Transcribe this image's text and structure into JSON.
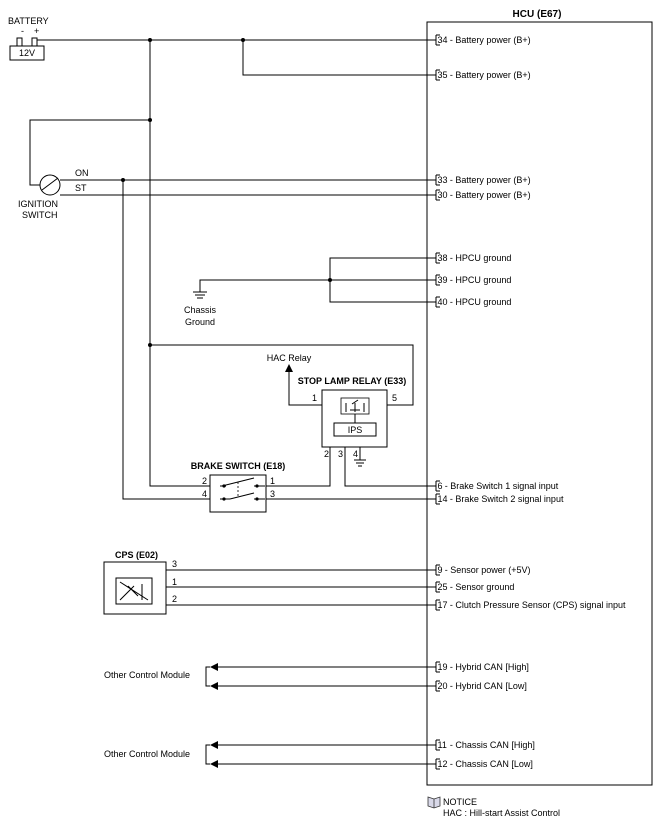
{
  "battery": {
    "label": "BATTERY",
    "minus": "-",
    "plus": "+",
    "voltage": "12V"
  },
  "hcu": {
    "title": "HCU (E67)",
    "pins": [
      {
        "num": "34",
        "desc": "Battery power (B+)"
      },
      {
        "num": "35",
        "desc": "Battery power (B+)"
      },
      {
        "num": "33",
        "desc": "Battery power (B+)"
      },
      {
        "num": "30",
        "desc": "Battery power (B+)"
      },
      {
        "num": "38",
        "desc": "HPCU ground"
      },
      {
        "num": "39",
        "desc": "HPCU ground"
      },
      {
        "num": "40",
        "desc": "HPCU ground"
      },
      {
        "num": "6",
        "desc": "Brake Switch 1 signal input"
      },
      {
        "num": "14",
        "desc": "Brake Switch 2 signal input"
      },
      {
        "num": "9",
        "desc": "Sensor power (+5V)"
      },
      {
        "num": "25",
        "desc": "Sensor ground"
      },
      {
        "num": "17",
        "desc": "Clutch Pressure Sensor (CPS) signal input"
      },
      {
        "num": "19",
        "desc": "Hybrid CAN [High]"
      },
      {
        "num": "20",
        "desc": "Hybrid CAN [Low]"
      },
      {
        "num": "11",
        "desc": "Chassis CAN [High]"
      },
      {
        "num": "12",
        "desc": "Chassis CAN [Low]"
      }
    ]
  },
  "ignition": {
    "label1": "IGNITION",
    "label2": "SWITCH",
    "on": "ON",
    "st": "ST"
  },
  "chassis_ground": {
    "line1": "Chassis",
    "line2": "Ground"
  },
  "hac_relay": "HAC Relay",
  "stop_lamp_relay": {
    "title": "STOP LAMP RELAY (E33)",
    "ips": "IPS",
    "pin1": "1",
    "pin5": "5",
    "pin2": "2",
    "pin3": "3",
    "pin4": "4"
  },
  "brake_switch": {
    "title": "BRAKE SWITCH (E18)",
    "pin2": "2",
    "pin4": "4",
    "pin1": "1",
    "pin3": "3"
  },
  "cps": {
    "title": "CPS (E02)",
    "pin3": "3",
    "pin1": "1",
    "pin2": "2"
  },
  "other_module_1": "Other Control Module",
  "other_module_2": "Other Control Module",
  "notice": {
    "title": "NOTICE",
    "text": "HAC : Hill-start Assist Control"
  }
}
